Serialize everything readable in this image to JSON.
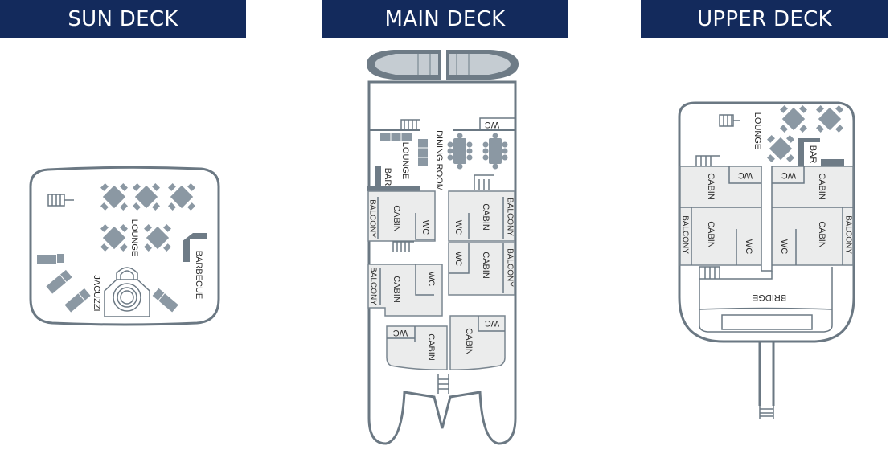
{
  "headers": {
    "sun": "SUN DECK",
    "main": "MAIN DECK",
    "upper": "UPPER DECK"
  },
  "sun_deck": {
    "lounge": "LOUNGE",
    "barbecue": "BARBECUE",
    "jacuzzi": "JACUZZI"
  },
  "main_deck": {
    "wc": "WC",
    "lounge": "LOUNGE",
    "dining": "DINING ROOM",
    "bar": "BAR",
    "cabin": "CABIN",
    "balcony": "BALCONY"
  },
  "upper_deck": {
    "lounge": "LOUNGE",
    "bar": "BAR",
    "cabin": "CABIN",
    "wc": "WC",
    "balcony": "BALCONY",
    "bridge": "BRIDGE"
  },
  "colors": {
    "header": "#132a5c",
    "lines": "#6b7883",
    "rooms": "#ebecec"
  }
}
